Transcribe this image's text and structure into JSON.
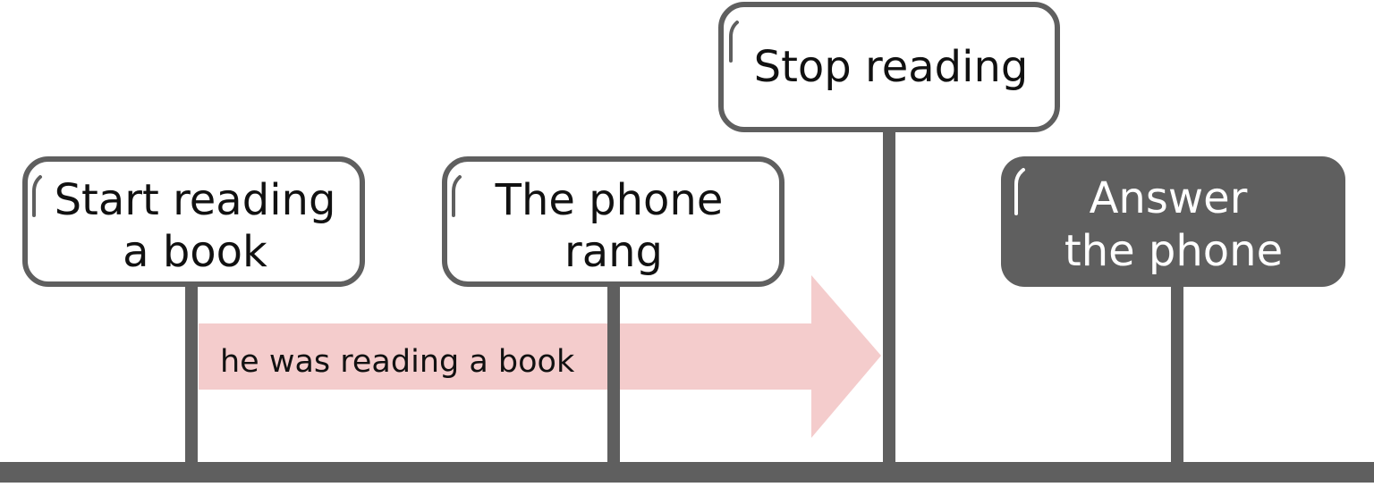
{
  "colors": {
    "line": "#5f5f5f",
    "box_fill": "#ffffff",
    "box_fill_dark": "#5f5f5f",
    "text_dark": "#111111",
    "text_light": "#ffffff",
    "arrow": "#f4cccc"
  },
  "signs": {
    "start": {
      "line1": "Start reading",
      "line2": "a book"
    },
    "phone": {
      "line1": "The phone",
      "line2": "rang"
    },
    "stop": {
      "line1": "Stop reading"
    },
    "answer": {
      "line1": "Answer",
      "line2": "the phone"
    }
  },
  "arrow": {
    "label": "he was reading a book"
  }
}
